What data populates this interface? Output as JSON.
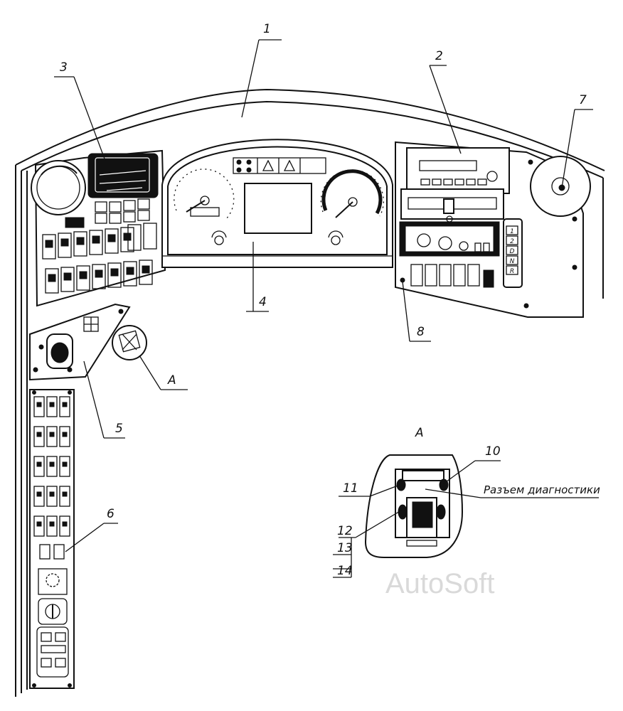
{
  "callouts": {
    "c1": "1",
    "c2": "2",
    "c3": "3",
    "c4": "4",
    "c5": "5",
    "c6": "6",
    "c7": "7",
    "c8": "8",
    "cA": "A"
  },
  "detail": {
    "title": "A",
    "c10": "10",
    "c11": "11",
    "c12": "12",
    "c13": "13",
    "c14": "14",
    "connector_label": "Разъем диагностики"
  },
  "gearbox": {
    "positions": [
      "1",
      "2",
      "D",
      "N",
      "R"
    ]
  },
  "watermark": "AutoSoft"
}
